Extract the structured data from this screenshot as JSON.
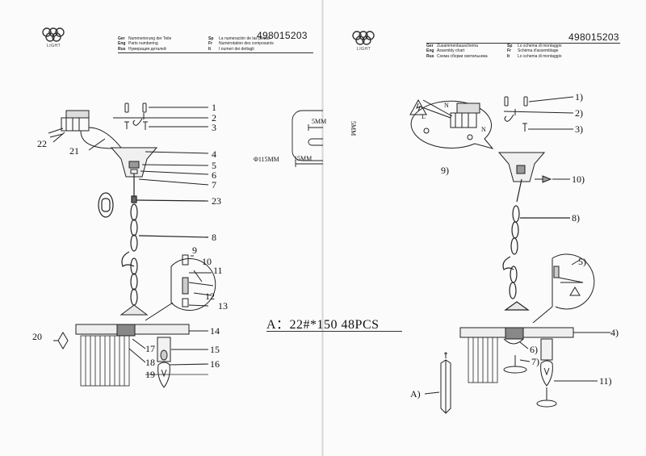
{
  "header": {
    "product_code": "498015203",
    "logo_word": "LIGHT"
  },
  "left_page": {
    "languages": [
      {
        "code": "Ger",
        "text": "Nummerierung der Teile"
      },
      {
        "code": "Eng",
        "text": "Parts numbering"
      },
      {
        "code": "Rus",
        "text": "Нумерация деталей"
      },
      {
        "code": "Sp",
        "text": "La numeración de las piezas"
      },
      {
        "code": "Fr",
        "text": "Numérotation des composants"
      },
      {
        "code": "It",
        "text": "I numeri dei dettagli"
      }
    ],
    "part_numbers": [
      "1",
      "2",
      "3",
      "4",
      "5",
      "6",
      "7",
      "8",
      "9",
      "10",
      "11",
      "12",
      "13",
      "14",
      "15",
      "16",
      "17",
      "18",
      "19",
      "20",
      "21",
      "22",
      "23"
    ]
  },
  "right_page": {
    "languages": [
      {
        "code": "Ger",
        "text": "Zusammenbauschema"
      },
      {
        "code": "Eng",
        "text": "Assembly chart"
      },
      {
        "code": "Rus",
        "text": "Схема сборки светильника"
      },
      {
        "code": "Sp",
        "text": "Lo schema di montaggio"
      },
      {
        "code": "Fr",
        "text": "Schéma d'assemblage"
      },
      {
        "code": "It",
        "text": "Lo schema di montaggio"
      }
    ],
    "step_labels": [
      "1)",
      "2)",
      "3)",
      "4)",
      "5)",
      "6)",
      "7)",
      "8)",
      "9)",
      "10)",
      "11)",
      "A)"
    ]
  },
  "dimensions": {
    "slot_width": "5MM",
    "slot_height": "5MM",
    "slot_spacing": "15MM",
    "canopy_diameter": "Φ115MM"
  },
  "wiring_letters": {
    "phase": "L",
    "neutral": "N",
    "neutral2": "N"
  },
  "caption": "A：22#*150  48PCS",
  "colors": {
    "ink": "#1a1a1a",
    "paper": "#fbfbfb"
  }
}
